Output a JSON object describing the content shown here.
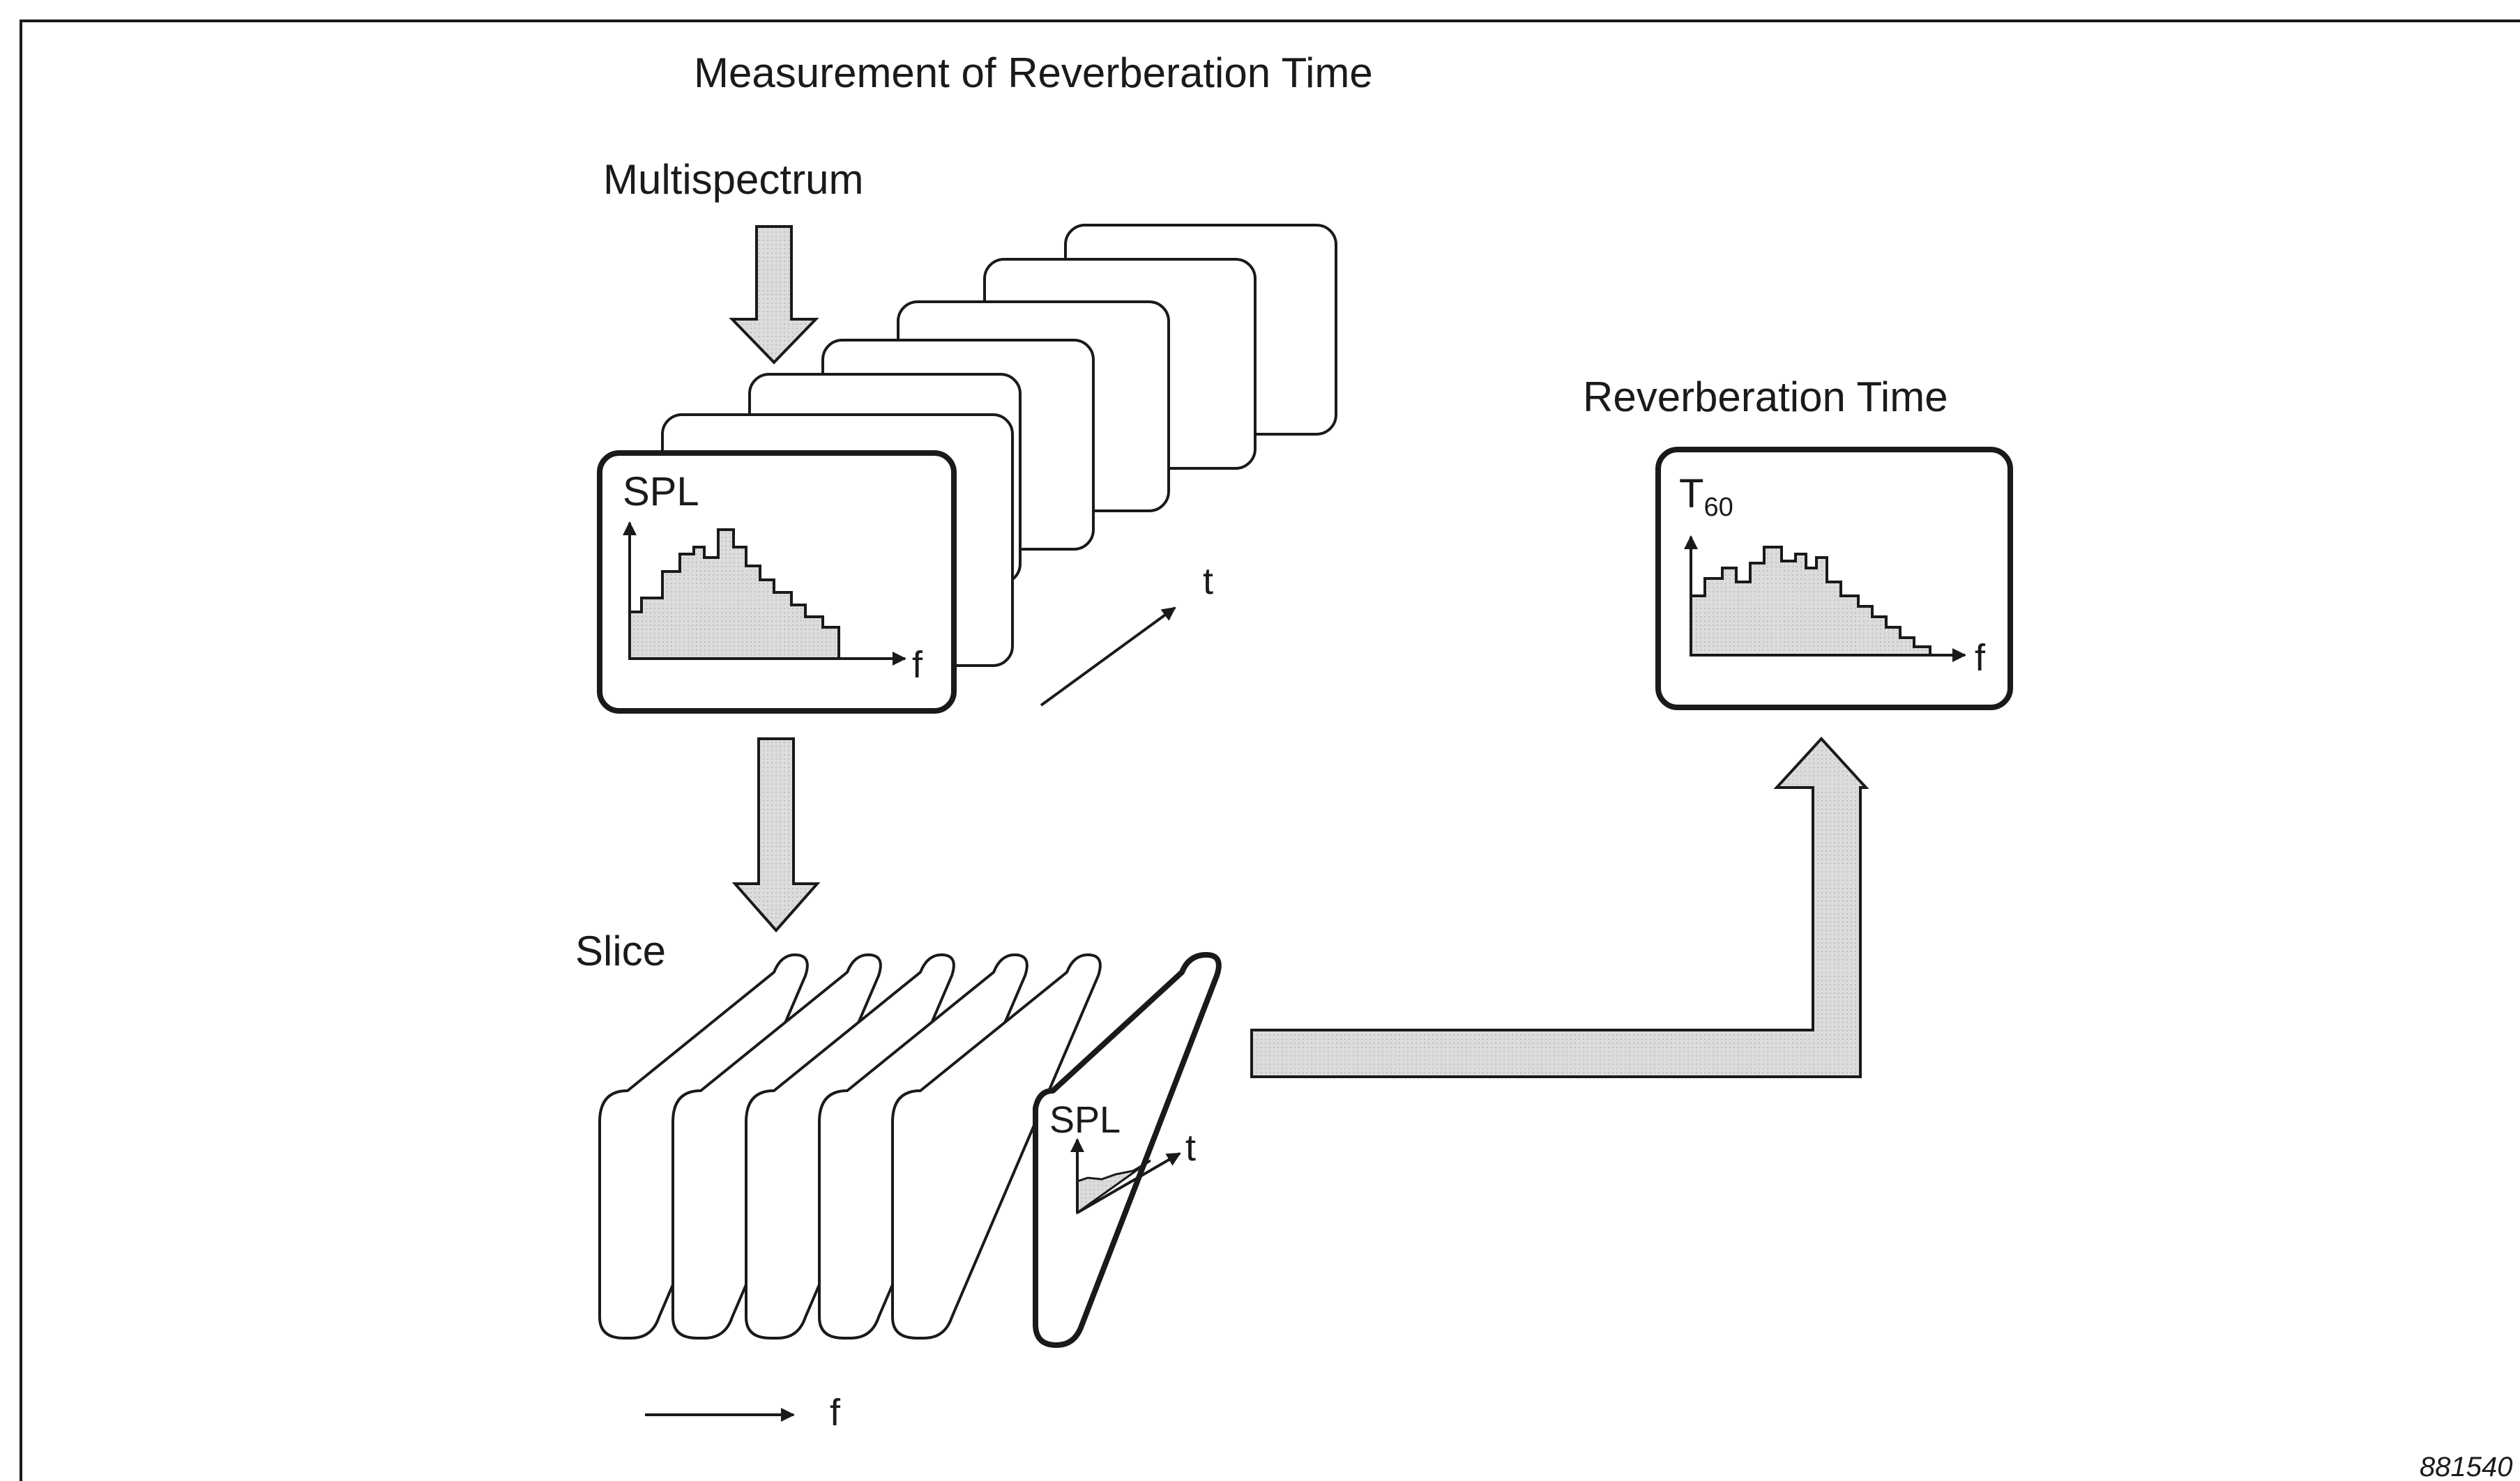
{
  "title": "Measurement of Reverberation Time",
  "labels": {
    "multispectrum": "Multispectrum",
    "slice": "Slice",
    "reverberation_time": "Reverberation Time",
    "spl_main": "SPL",
    "spl_slice": "SPL",
    "t60_main": "T",
    "t60_sub": "60",
    "axis_f_spectrum": "f",
    "axis_t_stack": "t",
    "axis_t_slice": "t",
    "axis_f_slices": "f",
    "axis_f_t60": "f"
  },
  "figure_number": "881540",
  "colors": {
    "line": "#1a1a1a",
    "fill": "#d9d9d9",
    "background": "#ffffff"
  }
}
